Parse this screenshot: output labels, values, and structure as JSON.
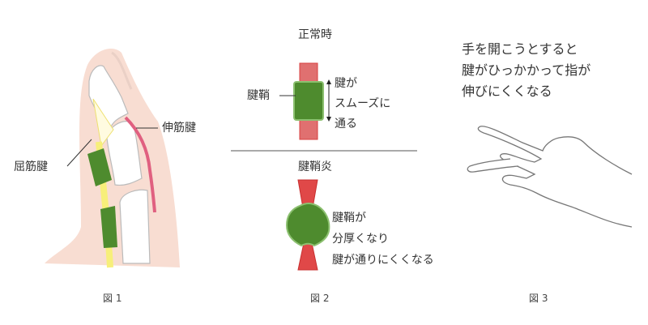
{
  "figure1": {
    "caption": "図 1",
    "labels": {
      "flexor_tendon": "屈筋腱",
      "extensor_tendon": "伸筋腱"
    }
  },
  "figure2": {
    "caption": "図 2",
    "normal": {
      "title": "正常時",
      "sheath_label": "腱鞘",
      "description": [
        "腱が",
        "スムーズに",
        "通る"
      ]
    },
    "inflamed": {
      "title": "腱鞘炎",
      "description": [
        "腱鞘が",
        "分厚くなり",
        "腱が通りにくくなる"
      ]
    }
  },
  "figure3": {
    "caption": "図 3",
    "description": [
      "手を開こうとすると",
      "腱がひっかかって指が",
      "伸びにくくなる"
    ]
  },
  "colors": {
    "skin": "#f8ddd2",
    "sheath": "#4e8b2e",
    "tendon_red": "#e04848",
    "flexor": "#f7ef7a",
    "extensor": "#e06080"
  }
}
